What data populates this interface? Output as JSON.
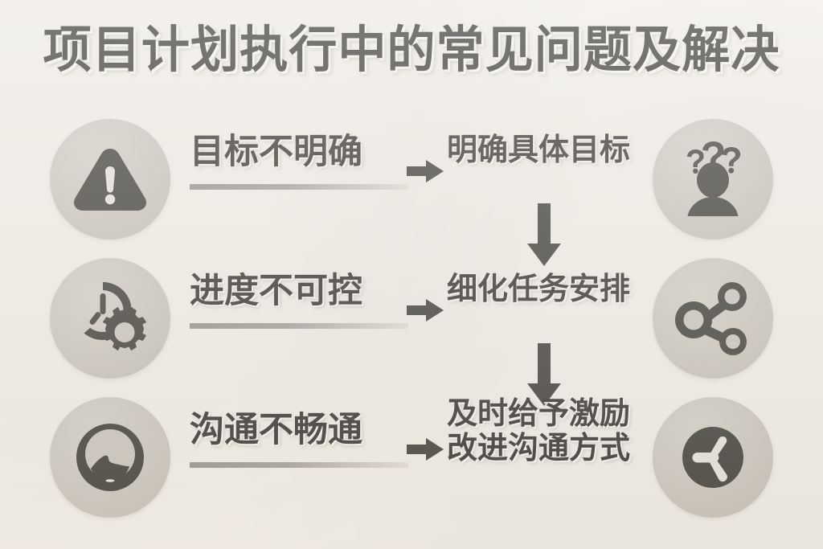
{
  "page": {
    "title": "项目计划执行中的常见问题及解决",
    "background_color": "#f4f0e9",
    "text_color": "#332f2b",
    "badge_color": "#cbc6bd",
    "icon_color": "#3d3b36",
    "divider_color": "#94908a"
  },
  "rows": [
    {
      "problem": "目标不明确",
      "problem_icon": "warning-triangle-icon",
      "solution_lines": [
        "明确具体目标"
      ],
      "solution_icon": "person-question-marks-icon",
      "connector_arrow": "arrow-right-icon"
    },
    {
      "problem": "进度不可控",
      "problem_icon": "clock-gear-icon",
      "solution_lines": [
        "细化任务安排"
      ],
      "solution_icon": "share-network-icon",
      "connector_arrow": "arrow-right-icon"
    },
    {
      "problem": "沟通不畅通",
      "problem_icon": "speech-bubble-ring-icon",
      "solution_lines": [
        "及时给予激励",
        "改进沟通方式"
      ],
      "solution_icon": "clock-filled-icon",
      "connector_arrow": "arrow-right-icon"
    }
  ],
  "flow_arrows": [
    {
      "name": "arrow-down-icon",
      "from": "明确具体目标",
      "to": "细化任务安排"
    },
    {
      "name": "arrow-down-icon",
      "from": "细化任务安排",
      "to": "及时给予激励"
    }
  ]
}
